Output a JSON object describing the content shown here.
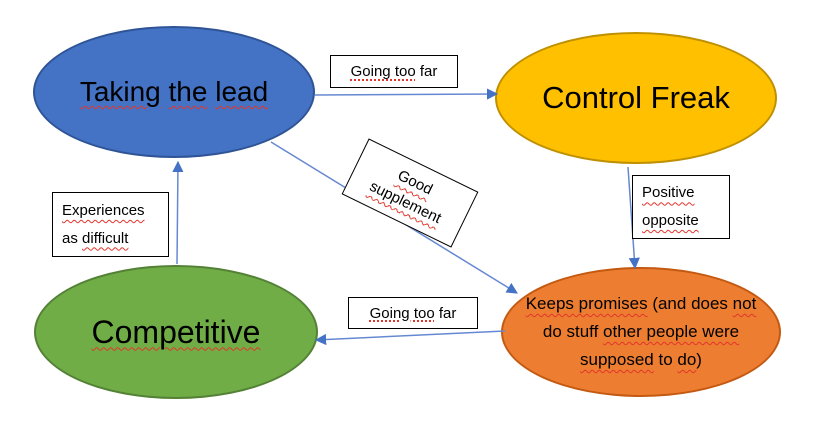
{
  "colors": {
    "background": "#ffffff",
    "node_blue_fill": "#4472C4",
    "node_blue_border": "#2F5496",
    "node_yellow_fill": "#FFC000",
    "node_yellow_border": "#BF9000",
    "node_green_fill": "#70AD47",
    "node_green_border": "#538135",
    "node_orange_fill": "#ED7D31",
    "node_orange_border": "#C45911",
    "arrow_line": "#6688D2",
    "arrow_head": "#4472C4",
    "label_box_fill": "#ffffff",
    "label_box_border": "#000000",
    "node_text": "#000000",
    "spellcheck_red": "#E2352B"
  },
  "nodes": {
    "taking_the_lead": {
      "text": "Taking the lead",
      "segments": [
        {
          "t": "Taking",
          "u": "wavy"
        },
        {
          "t": " ",
          "u": ""
        },
        {
          "t": "the",
          "u": "wavy"
        },
        {
          "t": " ",
          "u": ""
        },
        {
          "t": "lead",
          "u": "wavy"
        }
      ]
    },
    "control_freak": {
      "text": "Control Freak",
      "segments": [
        {
          "t": "Control Freak",
          "u": ""
        }
      ]
    },
    "competitive": {
      "text": "Competitive",
      "segments": [
        {
          "t": "Competitive",
          "u": "wavy"
        }
      ]
    },
    "keeps_promises": {
      "text": "Keeps promises (and does not do stuff other people were supposed to do)",
      "segments": [
        {
          "t": "Keeps promises",
          "u": "wavy"
        },
        {
          "t": " (and does ",
          "u": ""
        },
        {
          "t": "not",
          "u": "wavy"
        },
        {
          "br": true
        },
        {
          "t": "do stuff ",
          "u": ""
        },
        {
          "t": "other people were",
          "u": "wavy"
        },
        {
          "br": true
        },
        {
          "t": "supposed",
          "u": "wavy"
        },
        {
          "t": " to ",
          "u": ""
        },
        {
          "t": "do",
          "u": "wavy"
        },
        {
          "t": ")",
          "u": ""
        }
      ]
    }
  },
  "edge_labels": {
    "lead_to_control": {
      "text": "Going too far",
      "segments": [
        {
          "t": "Going too",
          "u": "dotted"
        },
        {
          "t": " far",
          "u": ""
        }
      ]
    },
    "competitive_to_lead": {
      "text": "Experiences as difficult",
      "segments": [
        {
          "t": "Experiences",
          "u": "wavy"
        },
        {
          "br": true
        },
        {
          "t": "as ",
          "u": ""
        },
        {
          "t": "difficult",
          "u": "wavy"
        }
      ]
    },
    "control_to_promises": {
      "text": "Positive opposite",
      "segments": [
        {
          "t": "Positive",
          "u": "wavy"
        },
        {
          "br": true
        },
        {
          "t": "opposite",
          "u": "wavy"
        }
      ]
    },
    "promises_to_competitive": {
      "text": "Going too far",
      "segments": [
        {
          "t": "Going too",
          "u": "dotted"
        },
        {
          "t": " far",
          "u": ""
        }
      ]
    },
    "lead_to_promises": {
      "text": "Good supplement",
      "segments": [
        {
          "t": "Good",
          "u": "wavy"
        },
        {
          "br": true
        },
        {
          "t": "supplement",
          "u": "wavy"
        }
      ]
    }
  }
}
